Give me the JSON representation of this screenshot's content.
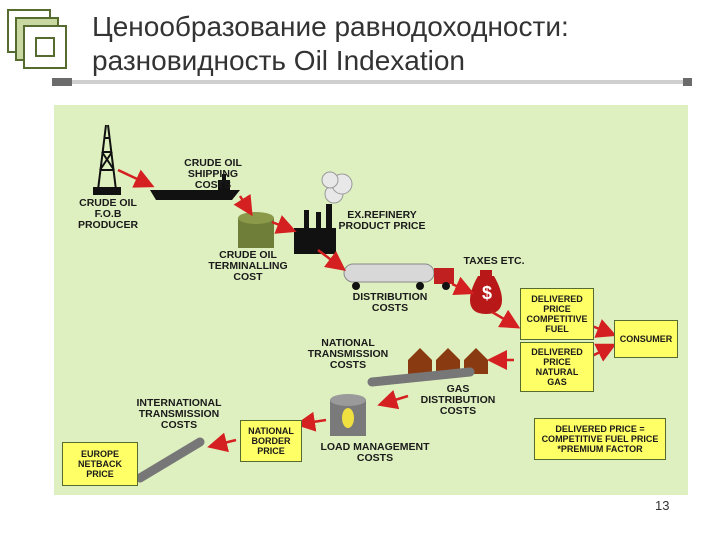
{
  "slide": {
    "title": "Ценообразование равнодоходности: разновидность Oil Indexation",
    "page_number": "13"
  },
  "diagram": {
    "crude_oil_fob": "CRUDE OIL\nF.O.B\nPRODUCER",
    "shipping": "CRUDE OIL\nSHIPPING\nCOSTS",
    "terminalling": "CRUDE OIL\nTERMINALLING\nCOST",
    "refinery": "EX.REFINERY\nPRODUCT PRICE",
    "taxes": "TAXES ETC.",
    "distribution": "DISTRIBUTION\nCOSTS",
    "delivered_fuel": "DELIVERED\nPRICE\nCOMPETITIVE\nFUEL",
    "consumer": "CONSUMER",
    "delivered_gas": "DELIVERED\nPRICE\nNATURAL\nGAS",
    "national_transmission": "NATIONAL\nTRANSMISSION\nCOSTS",
    "gas_distribution": "GAS\nDISTRIBUTION\nCOSTS",
    "international_transmission": "INTERNATIONAL\nTRANSMISSION\nCOSTS",
    "national_border": "NATIONAL\nBORDER\nPRICE",
    "load_management": "LOAD MANAGEMENT\nCOSTS",
    "europe_netback": "EUROPE\nNETBACK\nPRICE",
    "formula": "DELIVERED PRICE =\nCOMPETITIVE FUEL PRICE\n*PREMIUM FACTOR",
    "dollar_sign": "$"
  }
}
